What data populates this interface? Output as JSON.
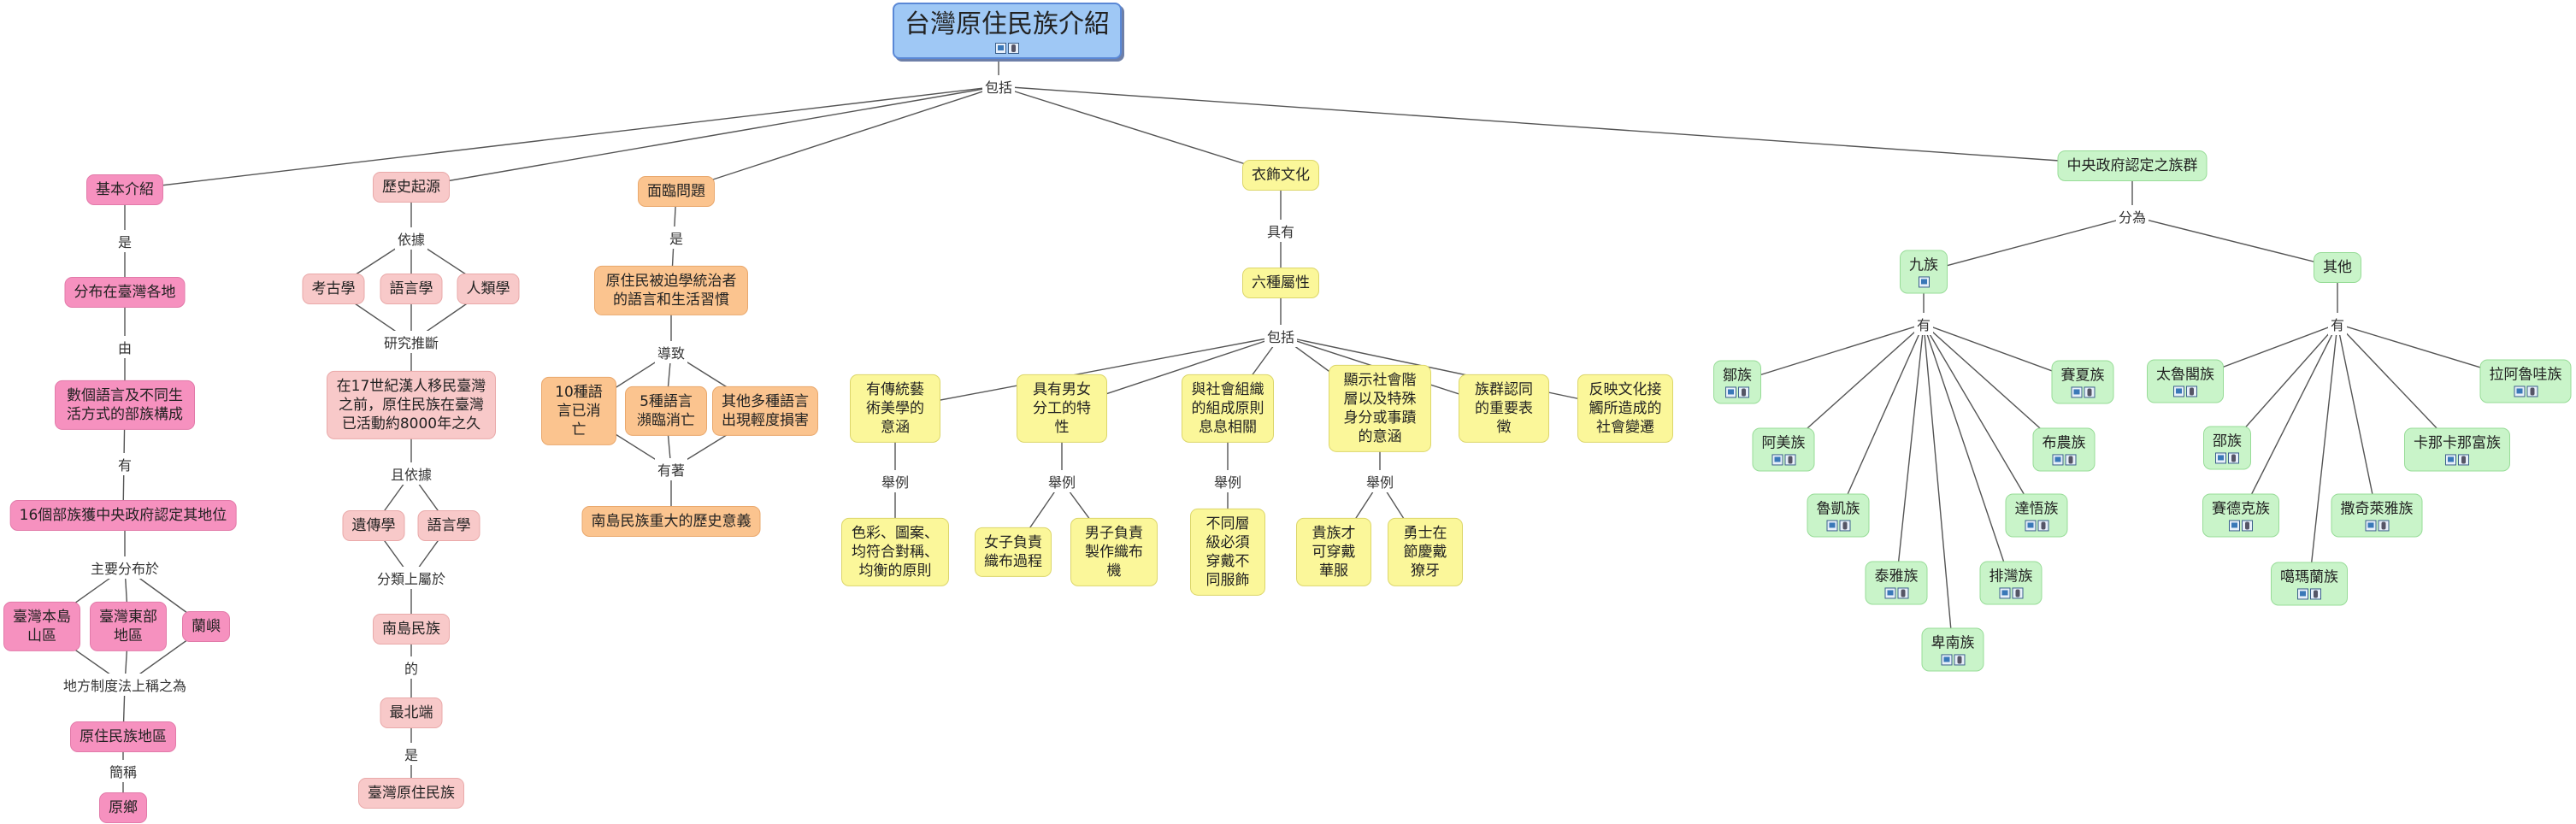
{
  "diagram": {
    "title": "台灣原住民族介紹",
    "link_include": "包括",
    "intro": {
      "head": "基本介紹",
      "link_is": "是",
      "distributed": "分布在臺灣各地",
      "link_by": "由",
      "composed": "數個語言及不同生活方式的部族構成",
      "link_have": "有",
      "recognized": "16個部族獲中央政府認定其地位",
      "link_mainly": "主要分布於",
      "area1": "臺灣本島山區",
      "area2": "臺灣東部地區",
      "area3": "蘭嶼",
      "link_legal": "地方制度法上稱之為",
      "indigenous_area": "原住民族地區",
      "link_short": "簡稱",
      "short": "原鄉"
    },
    "history": {
      "head": "歷史起源",
      "link_basis": "依據",
      "b1": "考古學",
      "b2": "語言學",
      "b3": "人類學",
      "link_infer": "研究推斷",
      "inferred": "在17世紀漢人移民臺灣之前，原住民族在臺灣已活動約8000年之久",
      "link_also": "且依據",
      "c1": "遺傳學",
      "c2": "語言學",
      "link_class": "分類上屬於",
      "austro": "南島民族",
      "link_of": "的",
      "north": "最北端",
      "link_is": "是",
      "taiwan": "臺灣原住民族"
    },
    "problems": {
      "head": "面臨問題",
      "link_is": "是",
      "issue": "原住民被迫學統治者的語言和生活習慣",
      "link_cause": "導致",
      "p1": "10種語言已消亡",
      "p2": "5種語言瀕臨消亡",
      "p3": "其他多種語言出現輕度損害",
      "link_has": "有著",
      "meaning": "南島民族重大的歷史意義"
    },
    "clothing": {
      "head": "衣飾文化",
      "link_has": "具有",
      "six": "六種屬性",
      "link_include": "包括",
      "attrs": [
        "有傳統藝術美學的意涵",
        "具有男女分工的特性",
        "與社會組織的組成原則息息相關",
        "顯示社會階層以及特殊身分或事蹟的意涵",
        "族群認同的重要表徵",
        "反映文化接觸所造成的社會變遷"
      ],
      "link_example": "舉例",
      "ex1": "色彩、圖案、均符合對稱、均衡的原則",
      "ex2a": "女子負責織布過程",
      "ex2b": "男子負責製作織布機",
      "ex3": "不同層級必須穿戴不同服飾",
      "ex4a": "貴族才可穿戴華服",
      "ex4b": "勇士在節慶戴獠牙"
    },
    "groups": {
      "head": "中央政府認定之族群",
      "link_split": "分為",
      "nine": "九族",
      "other": "其他",
      "link_have": "有",
      "nine_list": [
        "鄒族",
        "阿美族",
        "魯凱族",
        "泰雅族",
        "卑南族",
        "排灣族",
        "達悟族",
        "布農族",
        "賽夏族"
      ],
      "other_list": [
        "太魯閣族",
        "邵族",
        "賽德克族",
        "噶瑪蘭族",
        "撒奇萊雅族",
        "卡那卡那富族",
        "拉阿魯哇族"
      ]
    }
  }
}
